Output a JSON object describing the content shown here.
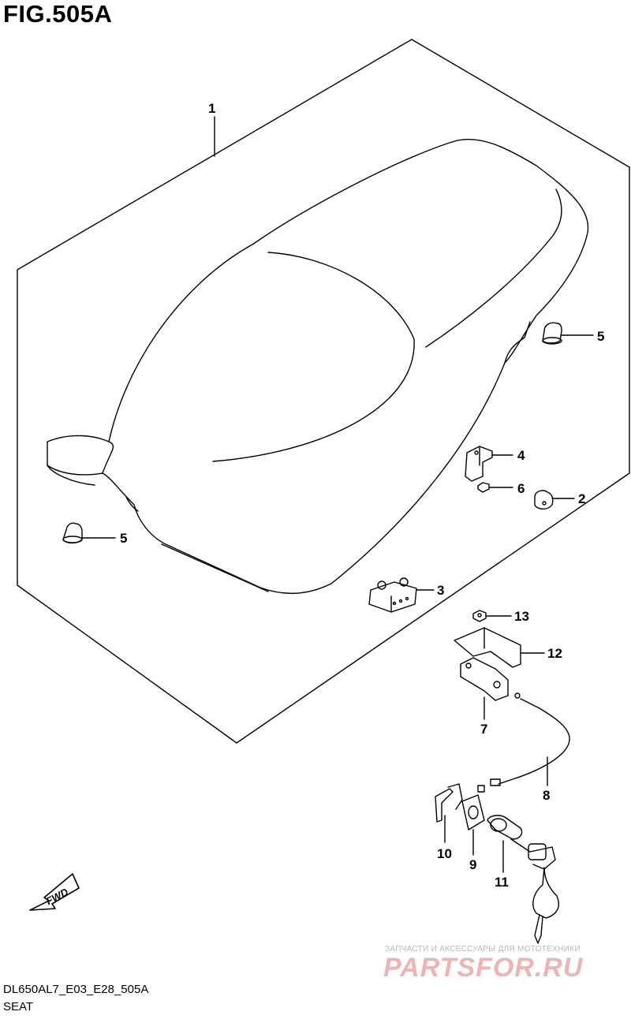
{
  "header": {
    "figure_title": "FIG.505A"
  },
  "callouts": {
    "c1": "1",
    "c2": "2",
    "c3": "3",
    "c4": "4",
    "c5a": "5",
    "c5b": "5",
    "c6": "6",
    "c7": "7",
    "c8": "8",
    "c9": "9",
    "c10": "10",
    "c11": "11",
    "c12": "12",
    "c13": "13"
  },
  "fwd_label": "FWD",
  "footer": {
    "model_code": "DL650AL7_E03_E28_505A",
    "caption": "SEAT"
  },
  "watermark": {
    "subtitle": "ЗАПЧАСТИ И АКСЕССУАРЫ ДЛЯ МОТОТЕХНИКИ",
    "brand": "PARTSFOR.RU"
  }
}
